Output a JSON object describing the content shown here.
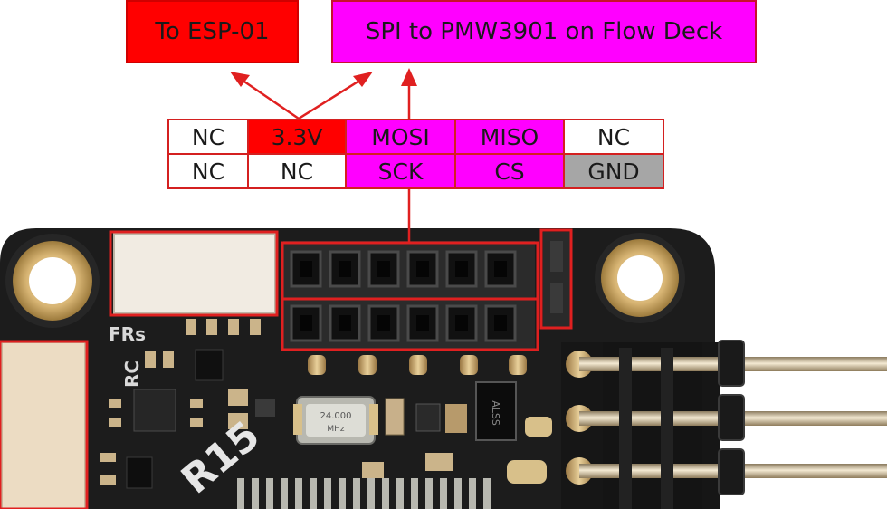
{
  "labels": {
    "esp": "To ESP-01",
    "spi": "SPI to PMW3901 on Flow Deck"
  },
  "pin_table": {
    "rows": [
      [
        {
          "text": "NC",
          "color": "#ffffff"
        },
        {
          "text": "3.3V",
          "color": "#ff0000"
        },
        {
          "text": "MOSI",
          "color": "#ff00ff"
        },
        {
          "text": "MISO",
          "color": "#ff00ff"
        },
        {
          "text": "NC",
          "color": "#ffffff"
        }
      ],
      [
        {
          "text": "NC",
          "color": "#ffffff"
        },
        {
          "text": "NC",
          "color": "#ffffff"
        },
        {
          "text": "SCK",
          "color": "#ff00ff"
        },
        {
          "text": "CS",
          "color": "#ff00ff"
        },
        {
          "text": "GND",
          "color": "#a6a6a6"
        }
      ]
    ]
  },
  "board": {
    "silkscreen_frs": "FRs",
    "silkscreen_rc": "RC",
    "silkscreen_rev": "R15",
    "crystal_top": "24.000",
    "crystal_bottom": "MHz",
    "chip_marking": "ALSS"
  },
  "colors": {
    "annotation_red": "#e02020",
    "esp_fill": "#ff0000",
    "spi_fill": "#ff00ff",
    "gnd_fill": "#a6a6a6",
    "pcb": "#1c1c1c"
  }
}
